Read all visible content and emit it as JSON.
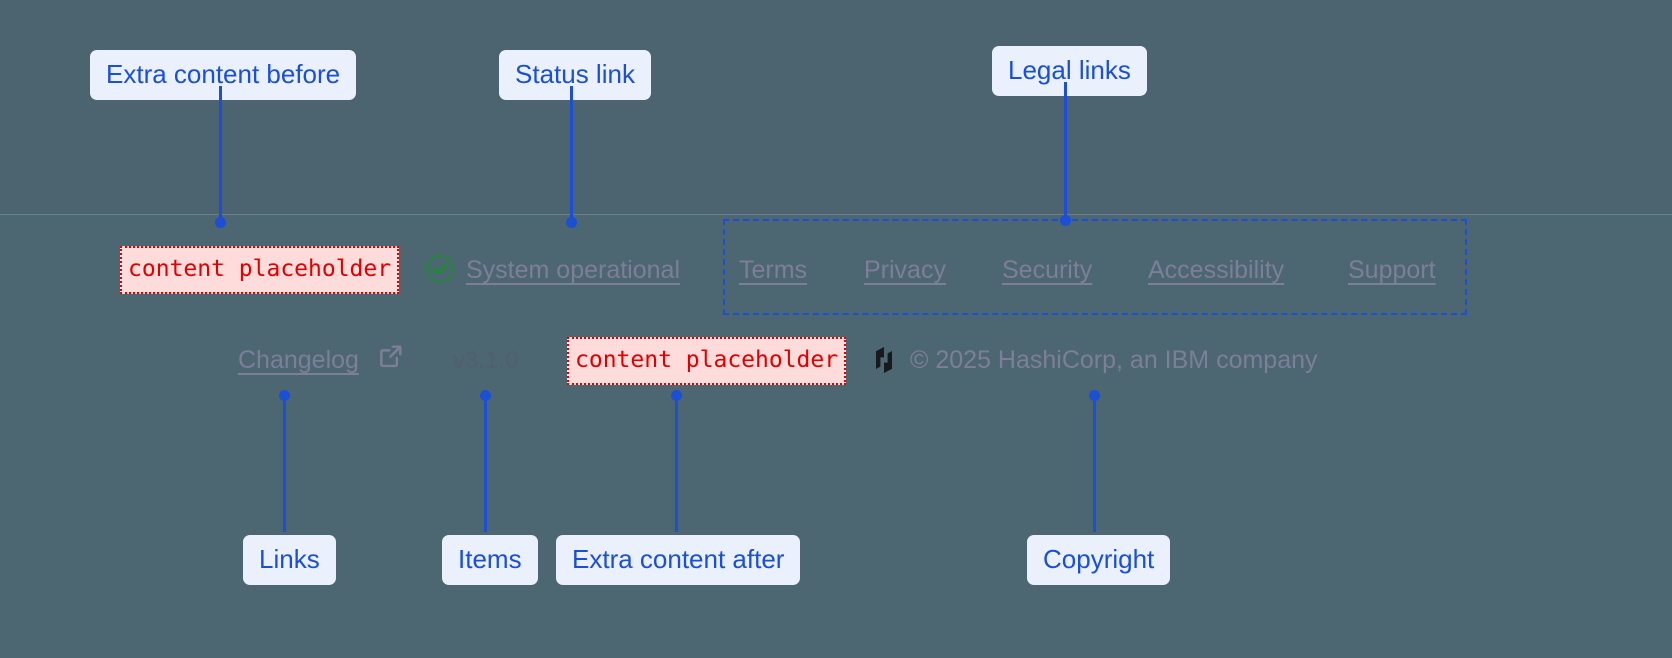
{
  "theme": {
    "page_background": "#4c6570",
    "band_background": "#4b6470",
    "divider_color": "#6d7d8a",
    "annotation_accent": "#1a4fd6",
    "annotation_pill_background": "#eaf1fd",
    "placeholder_text_color": "#e00000",
    "placeholder_background": "#ffdcdc",
    "footer_link_color": "#7d7f98",
    "status_ok_color": "#1a8f2a"
  },
  "annotations": {
    "extra_content_before": "Extra content before",
    "status_link": "Status link",
    "legal_links": "Legal links",
    "links": "Links",
    "items": "Items",
    "extra_content_after": "Extra content after",
    "copyright": "Copyright"
  },
  "footer": {
    "placeholder_before": "content placeholder",
    "placeholder_after": "content placeholder",
    "status": {
      "icon": "check-circle-icon",
      "label": "System operational"
    },
    "legal_links": [
      {
        "label": "Terms"
      },
      {
        "label": "Privacy"
      },
      {
        "label": "Security"
      },
      {
        "label": "Accessibility"
      },
      {
        "label": "Support"
      }
    ],
    "changelog": {
      "label": "Changelog",
      "icon": "external-link-icon"
    },
    "version": "v3.1.0",
    "brand": {
      "logo": "hashicorp-logo",
      "copyright": "© 2025 HashiCorp, an IBM company"
    }
  }
}
